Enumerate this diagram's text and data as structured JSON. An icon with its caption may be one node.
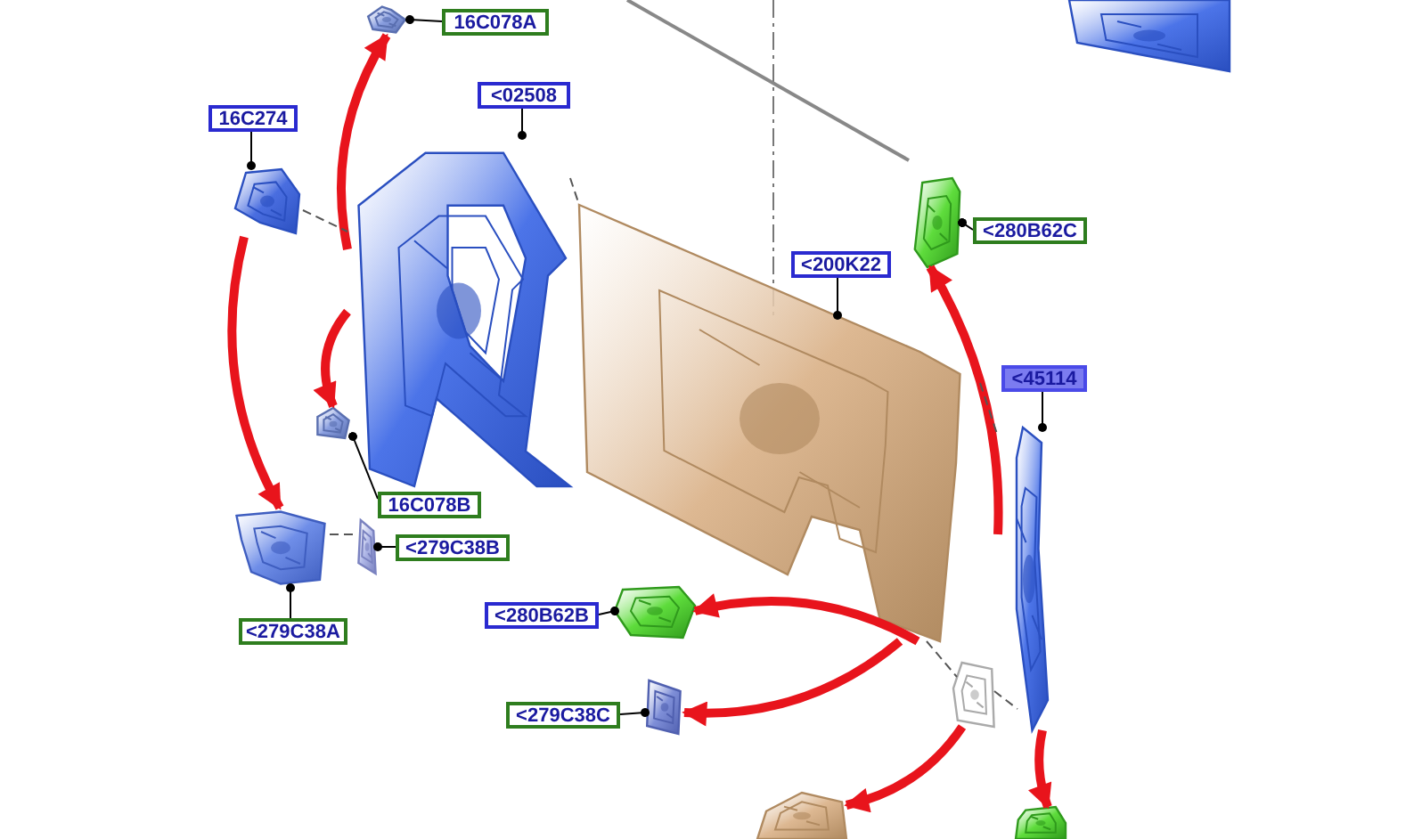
{
  "diagram": {
    "nodes": [
      {
        "text": [
          "16C078A"
        ]
      },
      {
        "text": [],
        "shape": "picture"
      },
      {
        "text": [
          "16C274"
        ]
      },
      {
        "text": [],
        "shape": "picture"
      },
      {
        "text": [
          "<02508"
        ]
      },
      {
        "text": [],
        "shape": "picture"
      },
      {
        "text": [
          "<200K22"
        ]
      },
      {
        "text": [],
        "shape": "picture"
      },
      {
        "text": [
          "<280B62C"
        ]
      },
      {
        "text": [],
        "shape": "picture"
      },
      {
        "text": [
          "<45114"
        ]
      },
      {
        "text": [],
        "shape": "picture"
      },
      {
        "text": [
          "16C078B"
        ]
      },
      {
        "text": [],
        "shape": "picture"
      },
      {
        "text": [
          "<279C38B"
        ]
      },
      {
        "text": [],
        "shape": "picture"
      },
      {
        "text": [
          "<279C38A"
        ]
      },
      {
        "text": [],
        "shape": "picture"
      },
      {
        "text": [
          "<280B62B"
        ]
      },
      {
        "text": [],
        "shape": "picture"
      },
      {
        "text": [
          "<279C38C"
        ]
      },
      {
        "text": [],
        "shape": "picture"
      },
      {
        "text": [],
        "shape": "picture"
      },
      {
        "text": [],
        "shape": "picture"
      },
      {
        "text": [],
        "shape": "picture"
      },
      {
        "text": [],
        "shape": "picture"
      }
    ],
    "edges": [
      {
        "from": 0,
        "to": 1,
        "arrow": "other"
      },
      {
        "from": 2,
        "to": 3,
        "arrow": "other"
      },
      {
        "from": 4,
        "to": 5,
        "arrow": "other"
      },
      {
        "from": 6,
        "to": 7,
        "arrow": "other"
      },
      {
        "from": 8,
        "to": 9,
        "arrow": "other"
      },
      {
        "from": 10,
        "to": 11,
        "arrow": "other"
      },
      {
        "from": 12,
        "to": 13,
        "arrow": "other"
      },
      {
        "from": 14,
        "to": 15,
        "arrow": "other"
      },
      {
        "from": 16,
        "to": 17,
        "arrow": "other"
      },
      {
        "from": 18,
        "to": 19,
        "arrow": "other"
      },
      {
        "from": 20,
        "to": 21,
        "arrow": "other"
      },
      {
        "from": 5,
        "to": 1,
        "arrow": "to",
        "style": "thick",
        "color": "#e8141c"
      },
      {
        "from": 5,
        "to": 13,
        "arrow": "to",
        "style": "thick",
        "color": "#e8141c"
      },
      {
        "from": 3,
        "to": 17,
        "arrow": "to",
        "style": "thick",
        "color": "#e8141c"
      },
      {
        "from": 11,
        "to": 9,
        "arrow": "to",
        "style": "thick",
        "color": "#e8141c"
      },
      {
        "from": 7,
        "to": 19,
        "arrow": "to",
        "style": "thick",
        "color": "#e8141c"
      },
      {
        "from": 7,
        "to": 21,
        "arrow": "to",
        "style": "thick",
        "color": "#e8141c"
      },
      {
        "from": 24,
        "to": 22,
        "arrow": "to",
        "style": "thick",
        "color": "#e8141c"
      },
      {
        "from": 11,
        "to": 23,
        "arrow": "to",
        "style": "thick",
        "color": "#e8141c"
      },
      {
        "from": 3,
        "to": 5,
        "arrow": "none",
        "style": "dashed",
        "color": "#555555"
      },
      {
        "from": 5,
        "to": 7,
        "arrow": "none",
        "style": "dashed",
        "color": "#555555"
      },
      {
        "from": 7,
        "to": 11,
        "arrow": "none",
        "style": "dashed",
        "color": "#555555"
      },
      {
        "from": 17,
        "to": 15,
        "arrow": "none",
        "style": "dashed",
        "color": "#555555"
      },
      {
        "from": 7,
        "to": 24,
        "arrow": "none",
        "style": "dashed",
        "color": "#555555"
      },
      {
        "from": 24,
        "to": 11,
        "arrow": "none",
        "style": "dashed",
        "color": "#555555"
      }
    ]
  }
}
